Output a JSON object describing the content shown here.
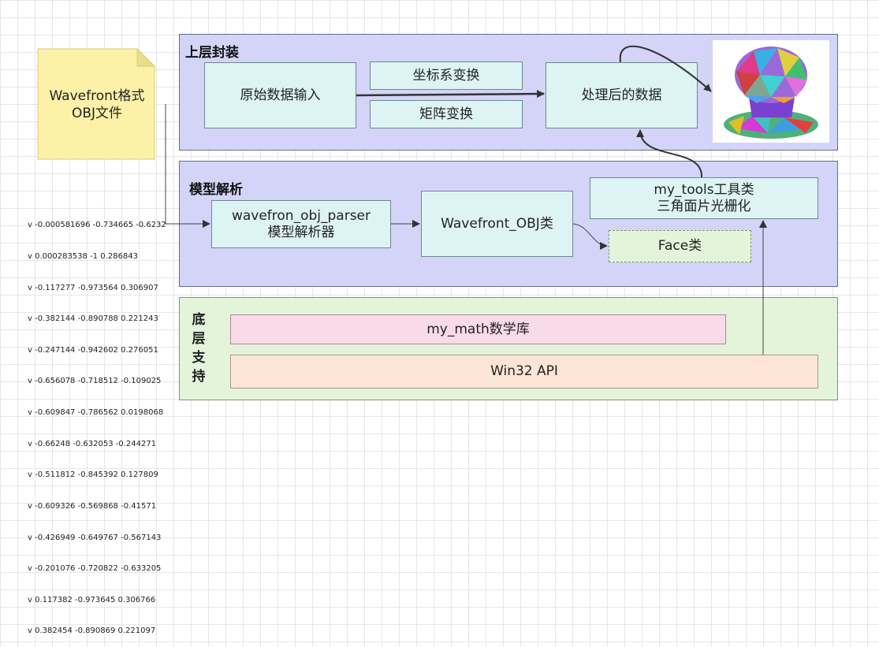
{
  "note": {
    "title": "Wavefront格式OBJ文件"
  },
  "vertex_lines": [
    "v -0.000581696 -0.734665 -0.6232",
    "v 0.000283538 -1 0.286843",
    "v -0.117277 -0.973564 0.306907",
    "v -0.382144 -0.890788 0.221243",
    "v -0.247144 -0.942602 0.276051",
    "v -0.656078 -0.718512 -0.109025",
    "v -0.609847 -0.786562 0.0198068",
    "v -0.66248 -0.632053 -0.244271",
    "v -0.511812 -0.845392 0.127809",
    "v -0.609326 -0.569868 -0.41571",
    "v -0.426949 -0.649767 -0.567143",
    "v -0.201076 -0.720822 -0.633205",
    "v 0.117382 -0.973645 0.306766",
    "v 0.382454 -0.890869 0.221097"
  ],
  "top_layer": {
    "title": "上层封装",
    "raw_input": "原始数据输入",
    "coord_transform": "坐标系变换",
    "matrix_transform": "矩阵变换",
    "processed": "处理后的数据"
  },
  "parse_layer": {
    "title": "模型解析",
    "parser_line1": "wavefron_obj_parser",
    "parser_line2": "模型解析器",
    "obj_class": "Wavefront_OBJ类",
    "tools_line1": "my_tools工具类",
    "tools_line2": "三角面片光栅化",
    "face_class": "Face类"
  },
  "base_layer": {
    "title_chars": [
      "底",
      "层",
      "支",
      "持"
    ],
    "math_lib": "my_math数学库",
    "win32": "Win32 API"
  },
  "colors": {
    "panel_blue": "#d3d4f7",
    "panel_green": "#e3f4da",
    "box_cyan": "#def4f4",
    "note_yellow": "#fdf1a8",
    "box_pink": "#f9dbe8",
    "box_peach": "#fce5d6"
  }
}
